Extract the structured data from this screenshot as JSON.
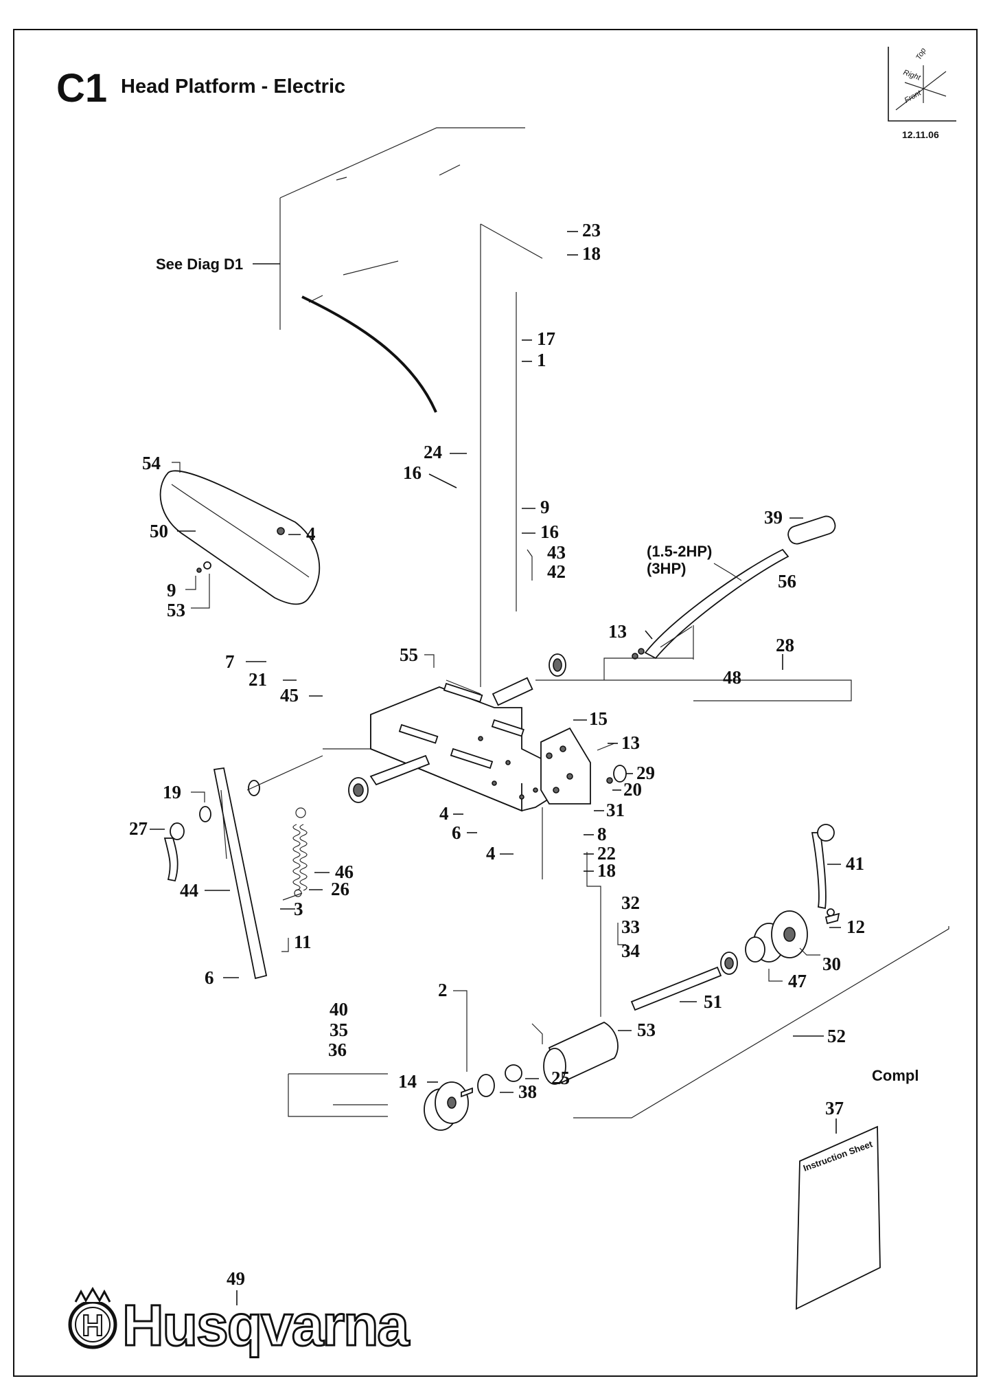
{
  "header": {
    "code": "C1",
    "title": "Head Platform - Electric",
    "date": "12.11.06"
  },
  "orientation": {
    "top": "Top",
    "right": "Right",
    "front": "Front"
  },
  "notes": {
    "see_diag": "See Diag D1",
    "hp_small": "(1.5-2HP)",
    "hp_large": "(3HP)",
    "compl": "Compl",
    "instruction_sheet": "Instruction Sheet"
  },
  "brand": {
    "name": "Husqvarna",
    "logo_letter": "H"
  },
  "callouts": {
    "c23": "23",
    "c18a": "18",
    "c17": "17",
    "c1": "1",
    "c24": "24",
    "c16a": "16",
    "c9a": "9",
    "c16b": "16",
    "c43": "43",
    "c42": "42",
    "c54": "54",
    "c50": "50",
    "c4a": "4",
    "c9b": "9",
    "c53a": "53",
    "c39": "39",
    "c56": "56",
    "c13a": "13",
    "c28": "28",
    "c48": "48",
    "c7": "7",
    "c21": "21",
    "c45": "45",
    "c55": "55",
    "c15": "15",
    "c13b": "13",
    "c29": "29",
    "c20": "20",
    "c31": "31",
    "c19": "19",
    "c27": "27",
    "c4b": "4",
    "c6a": "6",
    "c4c": "4",
    "c8": "8",
    "c22": "22",
    "c18b": "18",
    "c46": "46",
    "c26": "26",
    "c3": "3",
    "c44": "44",
    "c11": "11",
    "c6b": "6",
    "c41": "41",
    "c32": "32",
    "c33": "33",
    "c34": "34",
    "c12": "12",
    "c30": "30",
    "c47": "47",
    "c51": "51",
    "c2": "2",
    "c53b": "53",
    "c52": "52",
    "c40": "40",
    "c35": "35",
    "c36": "36",
    "c14": "14",
    "c25": "25",
    "c38": "38",
    "c37": "37",
    "c49": "49"
  }
}
